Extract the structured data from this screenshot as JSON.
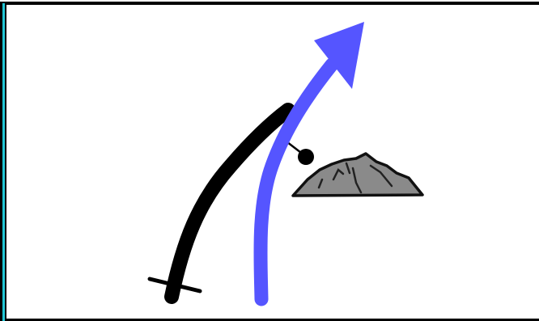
{
  "diagram": {
    "type": "road-divergence-sign",
    "colors": {
      "background": "#ffffff",
      "frame": "#000000",
      "left_edge_accent": "#22c7d6",
      "black_road": "#000000",
      "blue_route": "#5555ff",
      "rock_fill": "#8a8a8a",
      "rock_outline": "#111111"
    },
    "elements": {
      "black_road": {
        "meaning": "ended-road",
        "end_marker": "bar"
      },
      "blue_route": {
        "meaning": "suggested-route",
        "end_marker": "arrowhead"
      },
      "connector": {
        "end_marker": "dot"
      },
      "rock_pile": {
        "icon": "rock-pile-icon"
      }
    }
  }
}
